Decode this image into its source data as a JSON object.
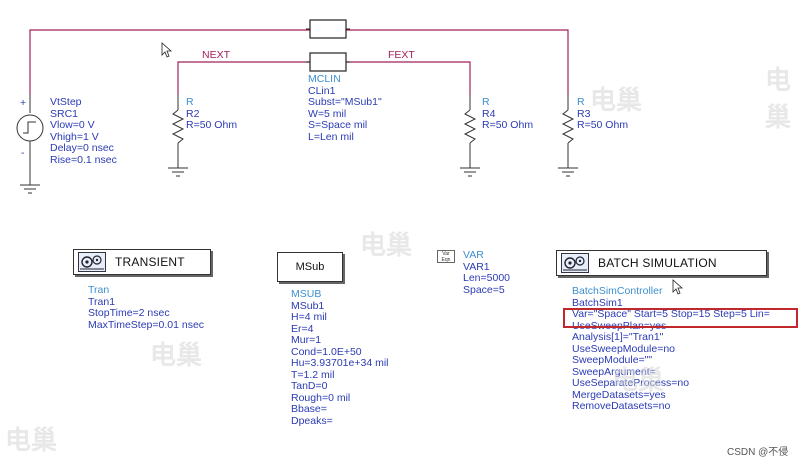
{
  "wires": {
    "next_label": "NEXT",
    "fext_label": "FEXT"
  },
  "source": {
    "lines": [
      "VtStep",
      "SRC1",
      "Vlow=0 V",
      "Vhigh=1 V",
      "Delay=0 nsec",
      "Rise=0.1 nsec"
    ],
    "plus": "+",
    "minus": "-"
  },
  "r2": {
    "lines": [
      "R",
      "R2",
      "R=50 Ohm"
    ]
  },
  "r4": {
    "lines": [
      "R",
      "R4",
      "R=50 Ohm"
    ]
  },
  "r3": {
    "lines": [
      "R",
      "R3",
      "R=50 Ohm"
    ]
  },
  "mclin": {
    "lines": [
      "MCLIN",
      "CLin1",
      "Subst=\"MSub1\"",
      "W=5 mil",
      "S=Space mil",
      "L=Len mil"
    ]
  },
  "transient": {
    "title": "TRANSIENT",
    "lines": [
      "Tran",
      "Tran1",
      "StopTime=2 nsec",
      "MaxTimeStep=0.01 nsec"
    ]
  },
  "msub": {
    "title": "MSub",
    "lines": [
      "MSUB",
      "MSub1",
      "H=4 mil",
      "Er=4",
      "Mur=1",
      "Cond=1.0E+50",
      "Hu=3.93701e+34 mil",
      "T=1.2 mil",
      "TanD=0",
      "Rough=0 mil",
      "Bbase=",
      "Dpeaks="
    ]
  },
  "var": {
    "icon_text_top": "Var",
    "icon_text_bottom": "Eqn",
    "lines": [
      "VAR",
      "VAR1",
      "Len=5000",
      "Space=5"
    ]
  },
  "batch": {
    "title": "BATCH SIMULATION",
    "lines": [
      "BatchSimController",
      "BatchSim1",
      "Var=\"Space\" Start=5 Stop=15 Step=5 Lin=",
      "UseSweepPlan=yes",
      "Analysis[1]=\"Tran1\"",
      "UseSweepModule=no",
      "SweepModule=\"\"",
      "SweepArgument=",
      "UseSeparateProcess=no",
      "MergeDatasets=yes",
      "RemoveDatasets=no"
    ]
  },
  "watermark": "电巢",
  "credit": "CSDN @不侵"
}
